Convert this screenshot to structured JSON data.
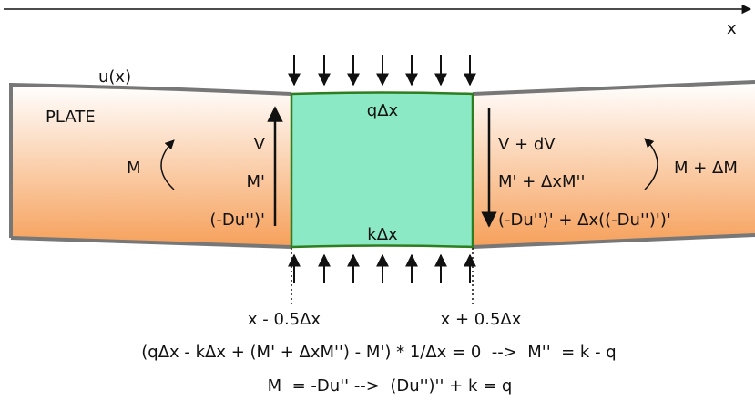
{
  "axis": {
    "label": "x"
  },
  "plate": {
    "name": "PLATE",
    "deflection": "u(x)"
  },
  "element": {
    "top_load": "qΔx",
    "bottom_load": "kΔx"
  },
  "left_face": {
    "moment": "M",
    "shear": "V",
    "moment_derivative": "M'",
    "shear_expression": "(-Du'')'"
  },
  "right_face": {
    "moment": "M + ΔM",
    "shear": "V + dV",
    "moment_derivative": "M' + ΔxM''",
    "shear_expression": "(-Du'')' + Δx((-Du'')')'"
  },
  "positions": {
    "left": "x - 0.5Δx",
    "right": "x + 0.5Δx"
  },
  "equations": {
    "balance": "(qΔx - kΔx + (M' + ΔxM'') - M') * 1/Δx = 0  -->  M''  = k - q",
    "constitutive": "M  = -Du'' -->  (Du'')'' + k = q"
  },
  "colors": {
    "element_fill": "#8ce9c6",
    "element_stroke": "#2e7d1f",
    "plate_stroke": "#777777",
    "plate_gradient_top": "#ffffff",
    "plate_gradient_bottom": "#f6a05a"
  }
}
